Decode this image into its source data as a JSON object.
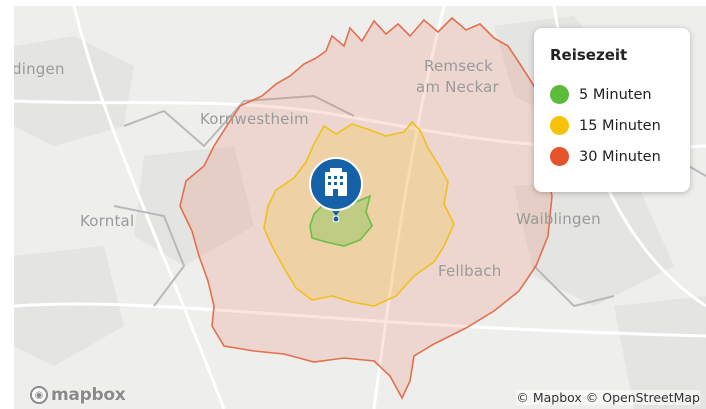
{
  "map": {
    "places": [
      {
        "id": "dingen",
        "label": "dingen"
      },
      {
        "id": "remseck",
        "label": "Remseck"
      },
      {
        "id": "am-neckar",
        "label": "am Neckar"
      },
      {
        "id": "kornwestheim",
        "label": "Kornwestheim"
      },
      {
        "id": "korntal",
        "label": "Korntal"
      },
      {
        "id": "waiblingen",
        "label": "Waiblingen"
      },
      {
        "id": "fellbach",
        "label": "Fellbach"
      }
    ],
    "marker": {
      "icon": "building-icon",
      "color": "#1561a8"
    },
    "zones": [
      {
        "name": "30 Minuten",
        "color": "#e55e3a"
      },
      {
        "name": "15 Minuten",
        "color": "#f5c518"
      },
      {
        "name": "5 Minuten",
        "color": "#6bbf45"
      }
    ]
  },
  "legend": {
    "title": "Reisezeit",
    "items": [
      {
        "label": "5 Minuten",
        "color": "#5dbb3c"
      },
      {
        "label": "15 Minuten",
        "color": "#f8c20a"
      },
      {
        "label": "30 Minuten",
        "color": "#e5532b"
      }
    ]
  },
  "attribution": "© Mapbox © OpenStreetMap",
  "logo": {
    "text": "mapbox"
  }
}
